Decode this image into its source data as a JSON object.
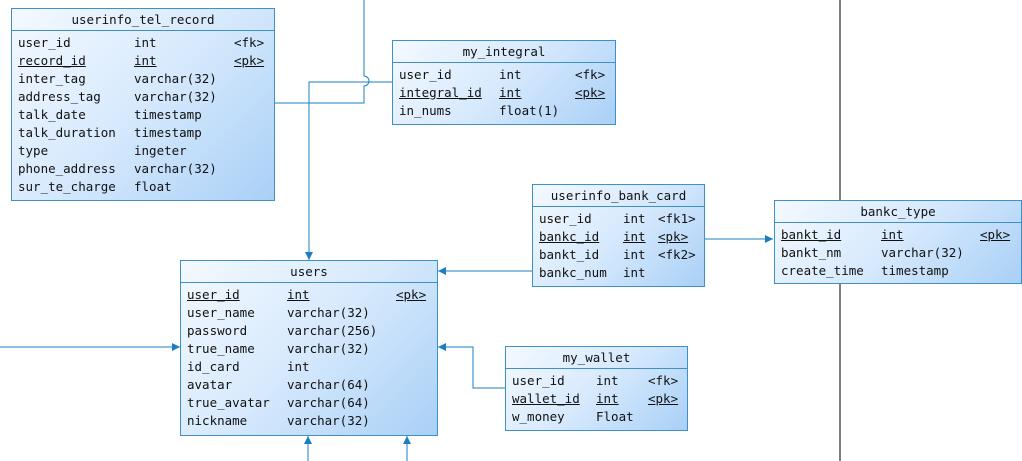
{
  "entities": {
    "tel_record": {
      "title": "userinfo_tel_record",
      "rows": [
        {
          "name": "user_id",
          "type": "int",
          "key": "<fk>",
          "pk": false
        },
        {
          "name": "record_id",
          "type": "int",
          "key": "<pk>",
          "pk": true
        },
        {
          "name": "inter_tag",
          "type": "varchar(32)",
          "key": "",
          "pk": false
        },
        {
          "name": "address_tag",
          "type": "varchar(32)",
          "key": "",
          "pk": false
        },
        {
          "name": "talk_date",
          "type": "timestamp",
          "key": "",
          "pk": false
        },
        {
          "name": "talk_duration",
          "type": "timestamp",
          "key": "",
          "pk": false
        },
        {
          "name": "type",
          "type": "ingeter",
          "key": "",
          "pk": false
        },
        {
          "name": "phone_address",
          "type": "varchar(32)",
          "key": "",
          "pk": false
        },
        {
          "name": "sur_te_charge",
          "type": "float",
          "key": "",
          "pk": false
        }
      ]
    },
    "my_integral": {
      "title": "my_integral",
      "rows": [
        {
          "name": "user_id",
          "type": "int",
          "key": "<fk>",
          "pk": false
        },
        {
          "name": "integral_id",
          "type": "int",
          "key": "<pk>",
          "pk": true
        },
        {
          "name": "in_nums",
          "type": "float(1)",
          "key": "",
          "pk": false
        }
      ]
    },
    "bank_card": {
      "title": "userinfo_bank_card",
      "rows": [
        {
          "name": "user_id",
          "type": "int",
          "key": "<fk1>",
          "pk": false
        },
        {
          "name": "bankc_id",
          "type": "int",
          "key": "<pk>",
          "pk": true
        },
        {
          "name": "bankt_id",
          "type": "int",
          "key": "<fk2>",
          "pk": false
        },
        {
          "name": "bankc_num",
          "type": "int",
          "key": "",
          "pk": false
        }
      ]
    },
    "bankc_type": {
      "title": "bankc_type",
      "rows": [
        {
          "name": "bankt_id",
          "type": "int",
          "key": "<pk>",
          "pk": true
        },
        {
          "name": "bankt_nm",
          "type": "varchar(32)",
          "key": "",
          "pk": false
        },
        {
          "name": "create_time",
          "type": "timestamp",
          "key": "",
          "pk": false
        }
      ]
    },
    "users": {
      "title": "users",
      "rows": [
        {
          "name": "user_id",
          "type": "int",
          "key": "<pk>",
          "pk": true
        },
        {
          "name": "user_name",
          "type": "varchar(32)",
          "key": "",
          "pk": false
        },
        {
          "name": "password",
          "type": "varchar(256)",
          "key": "",
          "pk": false
        },
        {
          "name": "true_name",
          "type": "varchar(32)",
          "key": "",
          "pk": false
        },
        {
          "name": "id_card",
          "type": "int",
          "key": "",
          "pk": false
        },
        {
          "name": "avatar",
          "type": "varchar(64)",
          "key": "",
          "pk": false
        },
        {
          "name": "true_avatar",
          "type": "varchar(64)",
          "key": "",
          "pk": false
        },
        {
          "name": "nickname",
          "type": "varchar(32)",
          "key": "",
          "pk": false
        }
      ]
    },
    "my_wallet": {
      "title": "my_wallet",
      "rows": [
        {
          "name": "user_id",
          "type": "int",
          "key": "<fk>",
          "pk": false
        },
        {
          "name": "wallet_id",
          "type": "int",
          "key": "<pk>",
          "pk": true
        },
        {
          "name": "w_money",
          "type": "Float",
          "key": "",
          "pk": false
        }
      ]
    }
  },
  "colors": {
    "border": "#3f8fc8",
    "connector": "#1a7fc0",
    "divider": "#000000"
  }
}
